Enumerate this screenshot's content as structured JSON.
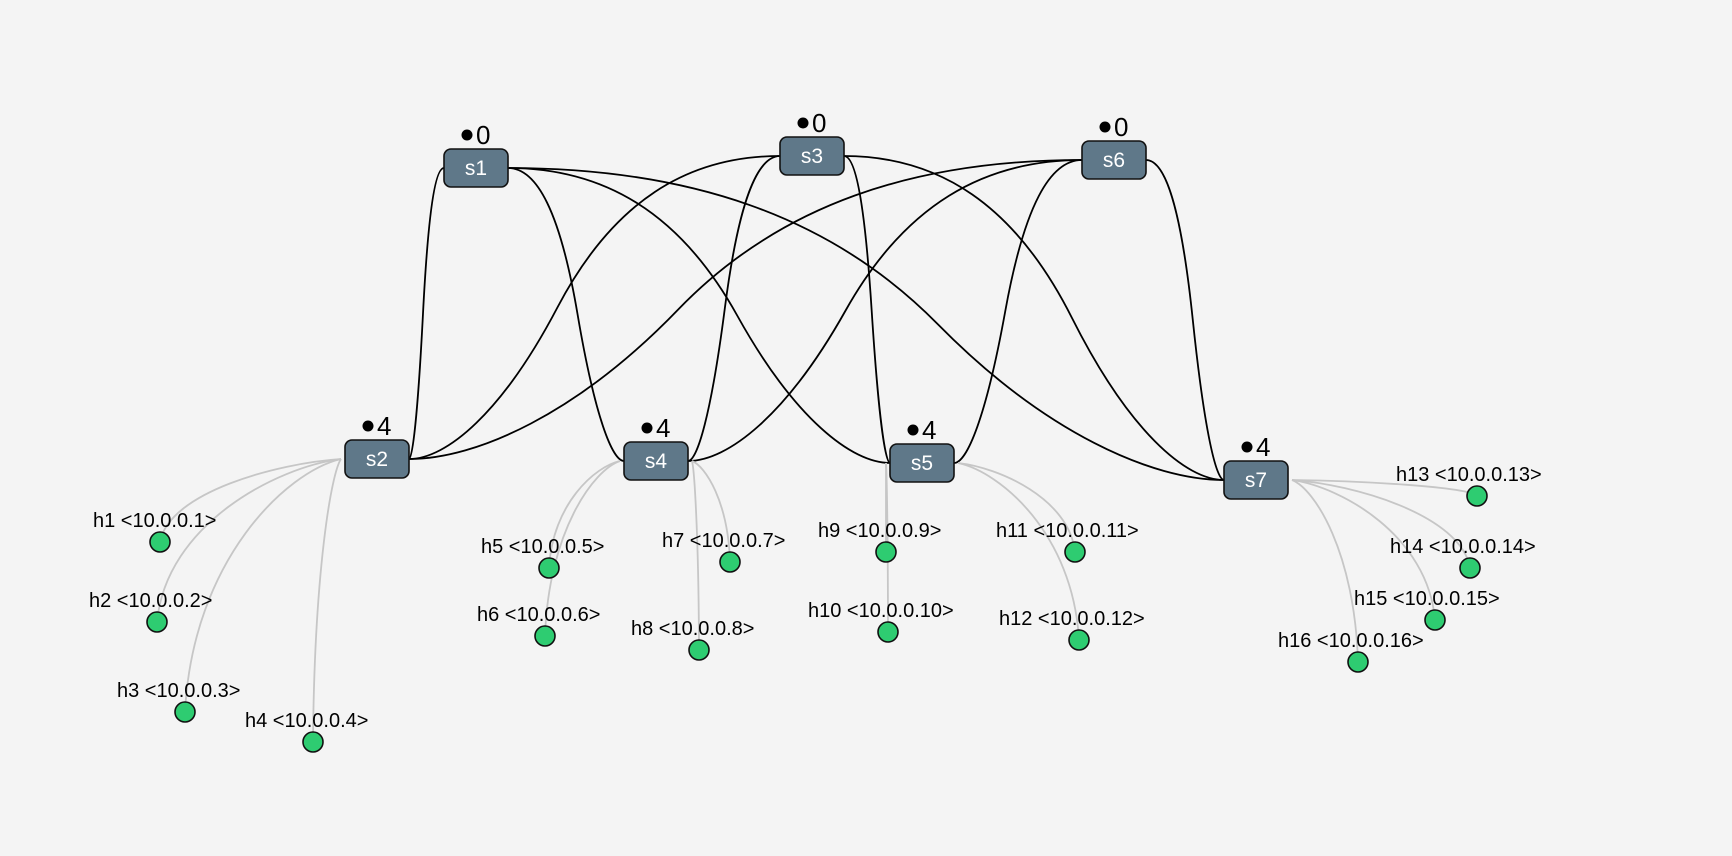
{
  "switches": [
    {
      "id": "s1",
      "label": "s1",
      "count": "0"
    },
    {
      "id": "s2",
      "label": "s2",
      "count": "4"
    },
    {
      "id": "s3",
      "label": "s3",
      "count": "0"
    },
    {
      "id": "s4",
      "label": "s4",
      "count": "4"
    },
    {
      "id": "s5",
      "label": "s5",
      "count": "4"
    },
    {
      "id": "s6",
      "label": "s6",
      "count": "0"
    },
    {
      "id": "s7",
      "label": "s7",
      "count": "4"
    }
  ],
  "hosts": [
    {
      "id": "h1",
      "label": "h1 <10.0.0.1>",
      "switch": "s2"
    },
    {
      "id": "h2",
      "label": "h2 <10.0.0.2>",
      "switch": "s2"
    },
    {
      "id": "h3",
      "label": "h3 <10.0.0.3>",
      "switch": "s2"
    },
    {
      "id": "h4",
      "label": "h4 <10.0.0.4>",
      "switch": "s2"
    },
    {
      "id": "h5",
      "label": "h5 <10.0.0.5>",
      "switch": "s4"
    },
    {
      "id": "h6",
      "label": "h6 <10.0.0.6>",
      "switch": "s4"
    },
    {
      "id": "h7",
      "label": "h7 <10.0.0.7>",
      "switch": "s4"
    },
    {
      "id": "h8",
      "label": "h8 <10.0.0.8>",
      "switch": "s4"
    },
    {
      "id": "h9",
      "label": "h9 <10.0.0.9>",
      "switch": "s5"
    },
    {
      "id": "h10",
      "label": "h10 <10.0.0.10>",
      "switch": "s5"
    },
    {
      "id": "h11",
      "label": "h11 <10.0.0.11>",
      "switch": "s5"
    },
    {
      "id": "h12",
      "label": "h12 <10.0.0.12>",
      "switch": "s5"
    },
    {
      "id": "h13",
      "label": "h13 <10.0.0.13>",
      "switch": "s7"
    },
    {
      "id": "h14",
      "label": "h14 <10.0.0.14>",
      "switch": "s7"
    },
    {
      "id": "h15",
      "label": "h15 <10.0.0.15>",
      "switch": "s7"
    },
    {
      "id": "h16",
      "label": "h16 <10.0.0.16>",
      "switch": "s7"
    }
  ],
  "switch_links": [
    [
      "s1",
      "s2"
    ],
    [
      "s1",
      "s4"
    ],
    [
      "s1",
      "s5"
    ],
    [
      "s1",
      "s7"
    ],
    [
      "s3",
      "s2"
    ],
    [
      "s3",
      "s4"
    ],
    [
      "s3",
      "s5"
    ],
    [
      "s3",
      "s7"
    ],
    [
      "s6",
      "s2"
    ],
    [
      "s6",
      "s4"
    ],
    [
      "s6",
      "s5"
    ],
    [
      "s6",
      "s7"
    ]
  ],
  "colors": {
    "switch_fill": "#5f7889",
    "host_fill": "#2ecc71",
    "switch_link": "#000000",
    "host_link": "#c6c6c6",
    "background": "#f4f4f4"
  }
}
